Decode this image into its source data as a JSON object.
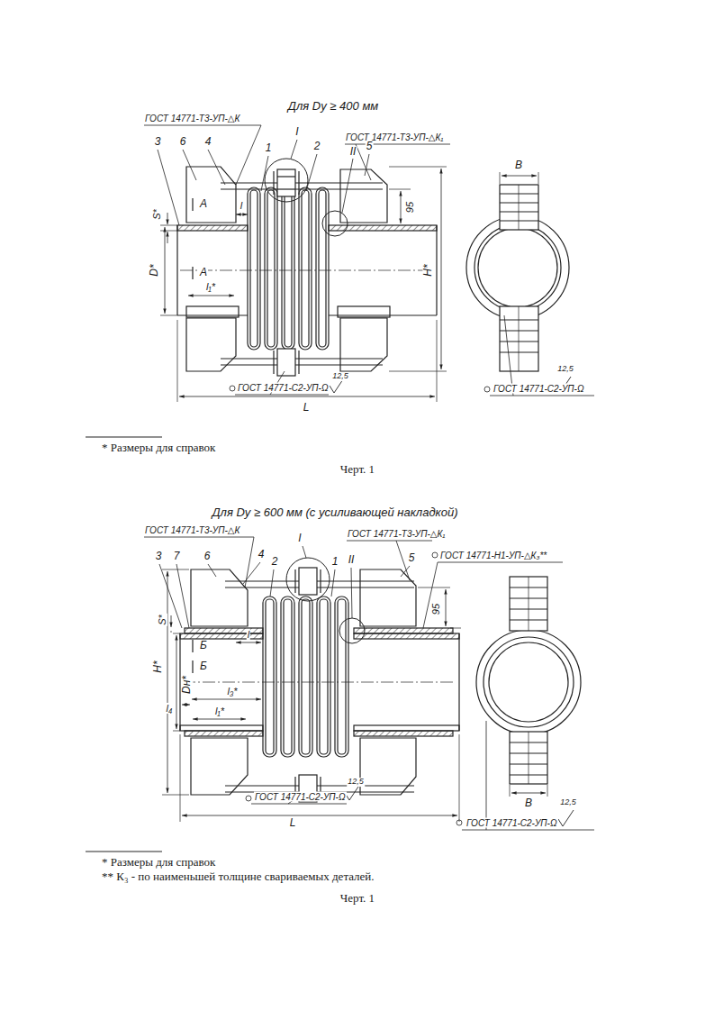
{
  "diagram": {
    "labels": [
      "Для Dу ≥ 400 мм",
      "ГОСТ 14771-Т3-УП-△К",
      "I",
      "ГОСТ 14771-Т3-УП-△К₁",
      "II",
      "3",
      "6",
      "4",
      "1",
      "2",
      "5",
      "S*",
      "А",
      "l",
      "95",
      "D*",
      "H*",
      "А",
      "l₁*",
      "ГОСТ 14771-С2-УП-Ω",
      "12,5",
      "L",
      "В",
      "ГОСТ 14771-С2-УП-Ω",
      "12,5",
      "* Размеры для справок",
      "Черт. 1",
      "Для Dу ≥ 600 мм (с усиливающей накладкой)",
      "ГОСТ 14771-Т3-УП-△К",
      "I",
      "ГОСТ 14771-Т3-УП-△К₁",
      "II",
      "ГОСТ 14771-Н1-УП-△К₃**",
      "3",
      "7",
      "6",
      "4",
      "2",
      "1",
      "5",
      "S*",
      "Б",
      "l",
      "95",
      "H*",
      "Dн*",
      "Б",
      "l₄",
      "l₃*",
      "l₁*",
      "ГОСТ 14771-С2-УП-Ω",
      "12,5",
      "L",
      "В",
      "ГОСТ 14771-С2-УП-Ω",
      "12,5",
      "* Размеры для справок",
      "** К₃ - по наименьшей толщине свариваемых деталей.",
      "Черт. 1"
    ]
  }
}
